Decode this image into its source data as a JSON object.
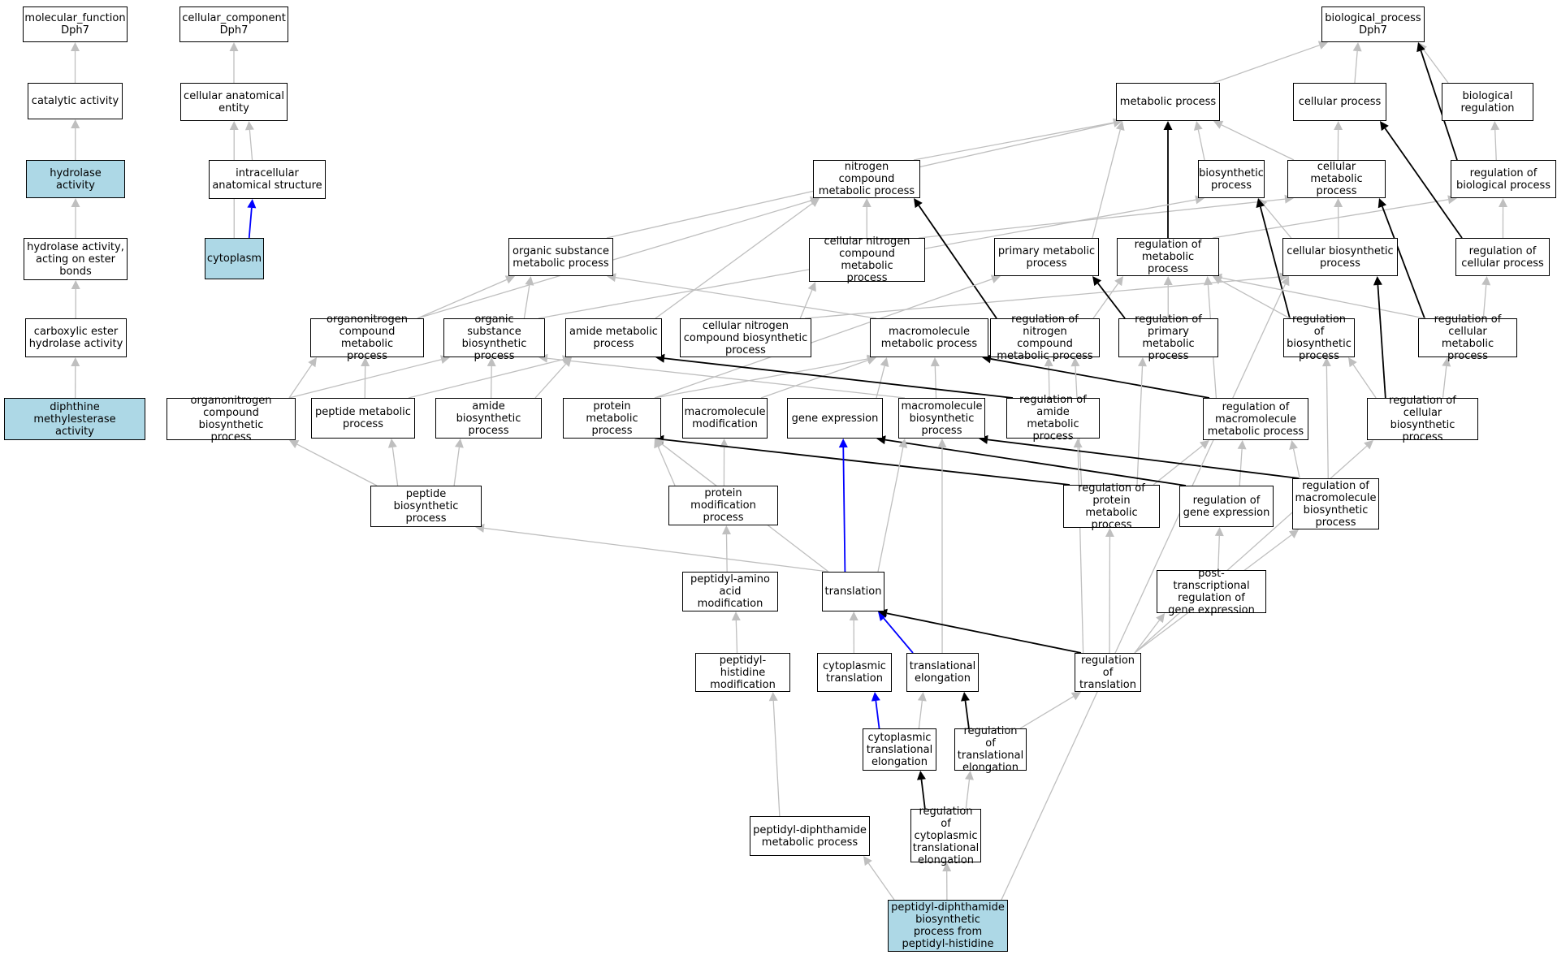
{
  "colors": {
    "highlight": "#add8e6",
    "is_a": "#bfbfbf",
    "part_of": "#0000ff",
    "regulates": "#000000"
  },
  "nodes": {
    "mf": "molecular_function\nDph7",
    "cc": "cellular_component\nDph7",
    "bp": "biological_process\nDph7",
    "cat": "catalytic activity",
    "cae": "cellular anatomical\nentity",
    "mp": "metabolic process",
    "cp": "cellular process",
    "br": "biological regulation",
    "hyd": "hydrolase activity",
    "ias": "intracellular\nanatomical structure",
    "ncmp": "nitrogen compound\nmetabolic process",
    "bios": "biosynthetic\nprocess",
    "cmp": "cellular metabolic\nprocess",
    "rbp": "regulation of\nbiological process",
    "haeb": "hydrolase activity,\nacting on ester\nbonds",
    "cyto": "cytoplasm",
    "osmp": "organic substance\nmetabolic process",
    "cncmp": "cellular nitrogen\ncompound metabolic\nprocess",
    "pmp": "primary metabolic\nprocess",
    "rmp": "regulation of\nmetabolic process",
    "cbp": "cellular biosynthetic\nprocess",
    "rcp": "regulation of\ncellular process",
    "cehy": "carboxylic ester\nhydrolase activity",
    "oncmp": "organonitrogen\ncompound metabolic\nprocess",
    "osbp": "organic substance\nbiosynthetic\nprocess",
    "amp": "amide metabolic\nprocess",
    "cncbp": "cellular nitrogen\ncompound biosynthetic\nprocess",
    "mmp": "macromolecule\nmetabolic process",
    "rncmp": "regulation of\nnitrogen compound\nmetabolic process",
    "rpmp": "regulation of\nprimary metabolic\nprocess",
    "rbios": "regulation of\nbiosynthetic\nprocess",
    "rcmp": "regulation of\ncellular metabolic\nprocess",
    "dma": "diphthine methylesterase\nactivity",
    "oncbp": "organonitrogen\ncompound biosynthetic\nprocess",
    "pepmp": "peptide metabolic\nprocess",
    "abp": "amide biosynthetic\nprocess",
    "protmp": "protein metabolic\nprocess",
    "mmod": "macromolecule\nmodification",
    "ge": "gene expression",
    "mbp": "macromolecule\nbiosynthetic\nprocess",
    "ramp": "regulation of\namide metabolic\nprocess",
    "rmmp": "regulation of\nmacromolecule\nmetabolic process",
    "rcbp": "regulation of\ncellular biosynthetic\nprocess",
    "pepbp": "peptide biosynthetic\nprocess",
    "pmod": "protein modification\nprocess",
    "rprotmp": "regulation of\nprotein metabolic\nprocess",
    "rge": "regulation of\ngene expression",
    "rmbp": "regulation of\nmacromolecule\nbiosynthetic\nprocess",
    "paam": "peptidyl-amino\nacid modification",
    "tr": "translation",
    "ptrge": "post-transcriptional\nregulation of\ngene expression",
    "phm": "peptidyl-histidine\nmodification",
    "ctr": "cytoplasmic\ntranslation",
    "tel": "translational\nelongation",
    "rtr": "regulation of\ntranslation",
    "cte": "cytoplasmic\ntranslational\nelongation",
    "rte": "regulation of\ntranslational\nelongation",
    "pdmp": "peptidyl-diphthamide\nmetabolic process",
    "rcte": "regulation of\ncytoplasmic\ntranslational\nelongation",
    "pdbp": "peptidyl-diphthamide\nbiosynthetic\nprocess from\npeptidyl-histidine"
  },
  "edges": [
    [
      "cat",
      "mf",
      "is_a"
    ],
    [
      "cae",
      "cc",
      "is_a"
    ],
    [
      "mp",
      "bp",
      "is_a"
    ],
    [
      "cp",
      "bp",
      "is_a"
    ],
    [
      "br",
      "bp",
      "is_a"
    ],
    [
      "hyd",
      "cat",
      "is_a"
    ],
    [
      "ias",
      "cae",
      "is_a"
    ],
    [
      "cyto",
      "cae",
      "is_a"
    ],
    [
      "cyto",
      "ias",
      "part_of"
    ],
    [
      "ncmp",
      "mp",
      "is_a"
    ],
    [
      "bios",
      "mp",
      "is_a"
    ],
    [
      "cmp",
      "mp",
      "is_a"
    ],
    [
      "cmp",
      "cp",
      "is_a"
    ],
    [
      "rbp",
      "br",
      "is_a"
    ],
    [
      "rbp",
      "bp",
      "regulates"
    ],
    [
      "haeb",
      "hyd",
      "is_a"
    ],
    [
      "cehy",
      "haeb",
      "is_a"
    ],
    [
      "dma",
      "cehy",
      "is_a"
    ],
    [
      "osmp",
      "mp",
      "is_a"
    ],
    [
      "cncmp",
      "ncmp",
      "is_a"
    ],
    [
      "cncmp",
      "cmp",
      "is_a"
    ],
    [
      "pmp",
      "mp",
      "is_a"
    ],
    [
      "rmp",
      "mp",
      "regulates"
    ],
    [
      "rmp",
      "rbp",
      "is_a"
    ],
    [
      "cbp",
      "bios",
      "is_a"
    ],
    [
      "cbp",
      "cmp",
      "is_a"
    ],
    [
      "rcp",
      "rbp",
      "is_a"
    ],
    [
      "rcp",
      "cp",
      "regulates"
    ],
    [
      "oncmp",
      "osmp",
      "is_a"
    ],
    [
      "oncmp",
      "ncmp",
      "is_a"
    ],
    [
      "osbp",
      "osmp",
      "is_a"
    ],
    [
      "osbp",
      "bios",
      "is_a"
    ],
    [
      "amp",
      "ncmp",
      "is_a"
    ],
    [
      "cncbp",
      "cncmp",
      "is_a"
    ],
    [
      "cncbp",
      "cbp",
      "is_a"
    ],
    [
      "mmp",
      "osmp",
      "is_a"
    ],
    [
      "rncmp",
      "ncmp",
      "regulates"
    ],
    [
      "rncmp",
      "rmp",
      "is_a"
    ],
    [
      "rpmp",
      "pmp",
      "regulates"
    ],
    [
      "rpmp",
      "rmp",
      "is_a"
    ],
    [
      "rbios",
      "bios",
      "regulates"
    ],
    [
      "rbios",
      "rmp",
      "is_a"
    ],
    [
      "rcmp",
      "cmp",
      "regulates"
    ],
    [
      "rcmp",
      "rmp",
      "is_a"
    ],
    [
      "rcmp",
      "rcp",
      "is_a"
    ],
    [
      "oncbp",
      "oncmp",
      "is_a"
    ],
    [
      "oncbp",
      "osbp",
      "is_a"
    ],
    [
      "pepmp",
      "oncmp",
      "is_a"
    ],
    [
      "pepmp",
      "amp",
      "is_a"
    ],
    [
      "abp",
      "amp",
      "is_a"
    ],
    [
      "abp",
      "osbp",
      "is_a"
    ],
    [
      "protmp",
      "pmp",
      "is_a"
    ],
    [
      "protmp",
      "mmp",
      "is_a"
    ],
    [
      "mmod",
      "mmp",
      "is_a"
    ],
    [
      "ge",
      "mmp",
      "is_a"
    ],
    [
      "mbp",
      "mmp",
      "is_a"
    ],
    [
      "mbp",
      "osbp",
      "is_a"
    ],
    [
      "ramp",
      "amp",
      "regulates"
    ],
    [
      "ramp",
      "rncmp",
      "is_a"
    ],
    [
      "rmmp",
      "mmp",
      "regulates"
    ],
    [
      "rmmp",
      "rmp",
      "is_a"
    ],
    [
      "rcbp",
      "cbp",
      "regulates"
    ],
    [
      "rcbp",
      "rbios",
      "is_a"
    ],
    [
      "rcbp",
      "rcmp",
      "is_a"
    ],
    [
      "pepbp",
      "oncbp",
      "is_a"
    ],
    [
      "pepbp",
      "pepmp",
      "is_a"
    ],
    [
      "pepbp",
      "abp",
      "is_a"
    ],
    [
      "pmod",
      "protmp",
      "is_a"
    ],
    [
      "pmod",
      "mmod",
      "is_a"
    ],
    [
      "rprotmp",
      "protmp",
      "regulates"
    ],
    [
      "rprotmp",
      "rncmp",
      "is_a"
    ],
    [
      "rprotmp",
      "rpmp",
      "is_a"
    ],
    [
      "rprotmp",
      "rmmp",
      "is_a"
    ],
    [
      "rge",
      "ge",
      "regulates"
    ],
    [
      "rge",
      "rmmp",
      "is_a"
    ],
    [
      "rmbp",
      "mbp",
      "regulates"
    ],
    [
      "rmbp",
      "rmmp",
      "is_a"
    ],
    [
      "rmbp",
      "rbios",
      "is_a"
    ],
    [
      "paam",
      "pmod",
      "is_a"
    ],
    [
      "tr",
      "ge",
      "part_of"
    ],
    [
      "tr",
      "pepbp",
      "is_a"
    ],
    [
      "tr",
      "protmp",
      "is_a"
    ],
    [
      "tr",
      "mbp",
      "is_a"
    ],
    [
      "ptrge",
      "rge",
      "is_a"
    ],
    [
      "phm",
      "paam",
      "is_a"
    ],
    [
      "ctr",
      "tr",
      "is_a"
    ],
    [
      "tel",
      "tr",
      "part_of"
    ],
    [
      "tel",
      "mbp",
      "is_a"
    ],
    [
      "rtr",
      "tr",
      "regulates"
    ],
    [
      "rtr",
      "rprotmp",
      "is_a"
    ],
    [
      "rtr",
      "ramp",
      "is_a"
    ],
    [
      "rtr",
      "ptrge",
      "is_a"
    ],
    [
      "rtr",
      "rmbp",
      "is_a"
    ],
    [
      "rtr",
      "rcbp",
      "is_a"
    ],
    [
      "cte",
      "ctr",
      "part_of"
    ],
    [
      "cte",
      "tel",
      "is_a"
    ],
    [
      "rte",
      "tel",
      "regulates"
    ],
    [
      "rte",
      "rtr",
      "is_a"
    ],
    [
      "rcte",
      "cte",
      "regulates"
    ],
    [
      "rcte",
      "rte",
      "is_a"
    ],
    [
      "pdbp",
      "rcte",
      "is_a"
    ],
    [
      "pdbp",
      "pdmp",
      "is_a"
    ],
    [
      "pdbp",
      "cbp",
      "is_a"
    ],
    [
      "pdmp",
      "phm",
      "is_a"
    ]
  ]
}
